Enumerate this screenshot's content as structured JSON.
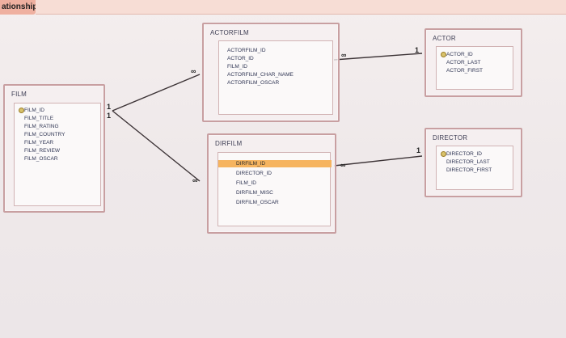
{
  "app": {
    "tab_label": "ationships"
  },
  "tables": {
    "film": {
      "title": "FILM",
      "fields": [
        "FILM_ID",
        "FILM_TITLE",
        "FILM_RATING",
        "FILM_COUNTRY",
        "FILM_YEAR",
        "FILM_REVIEW",
        "FILM_OSCAR"
      ]
    },
    "actorfilm": {
      "title": "ACTORFILM",
      "fields": [
        "ACTORFILM_ID",
        "ACTOR_ID",
        "FILM_ID",
        "ACTORFILM_CHAR_NAME",
        "ACTORFILM_OSCAR"
      ]
    },
    "actor": {
      "title": "ACTOR",
      "fields": [
        "ACTOR_ID",
        "ACTOR_LAST",
        "ACTOR_FIRST"
      ]
    },
    "dirfilm": {
      "title": "DIRFILM",
      "fields": [
        "DIRFILM_ID",
        "DIRECTOR_ID",
        "FILM_ID",
        "DIRFILM_MISC",
        "DIRFILM_OSCAR"
      ]
    },
    "director": {
      "title": "DIRECTOR",
      "fields": [
        "DIRECTOR_ID",
        "DIRECTOR_LAST",
        "DIRECTOR_FIRST"
      ]
    }
  },
  "relationships": {
    "film_to_actorfilm": {
      "one": "1",
      "many": "∞"
    },
    "film_to_dirfilm": {
      "one": "1",
      "many": "∞"
    },
    "actorfilm_to_actor": {
      "many": "∞",
      "one": "1"
    },
    "dirfilm_to_director": {
      "many": "∞",
      "one": "1"
    }
  },
  "colors": {
    "accent_tab": "#efb0a0",
    "table_border": "#c89fa1",
    "selected_field": "#f6b45f",
    "line": "#3c3336"
  },
  "icons": {
    "primary_key": "key-icon"
  }
}
